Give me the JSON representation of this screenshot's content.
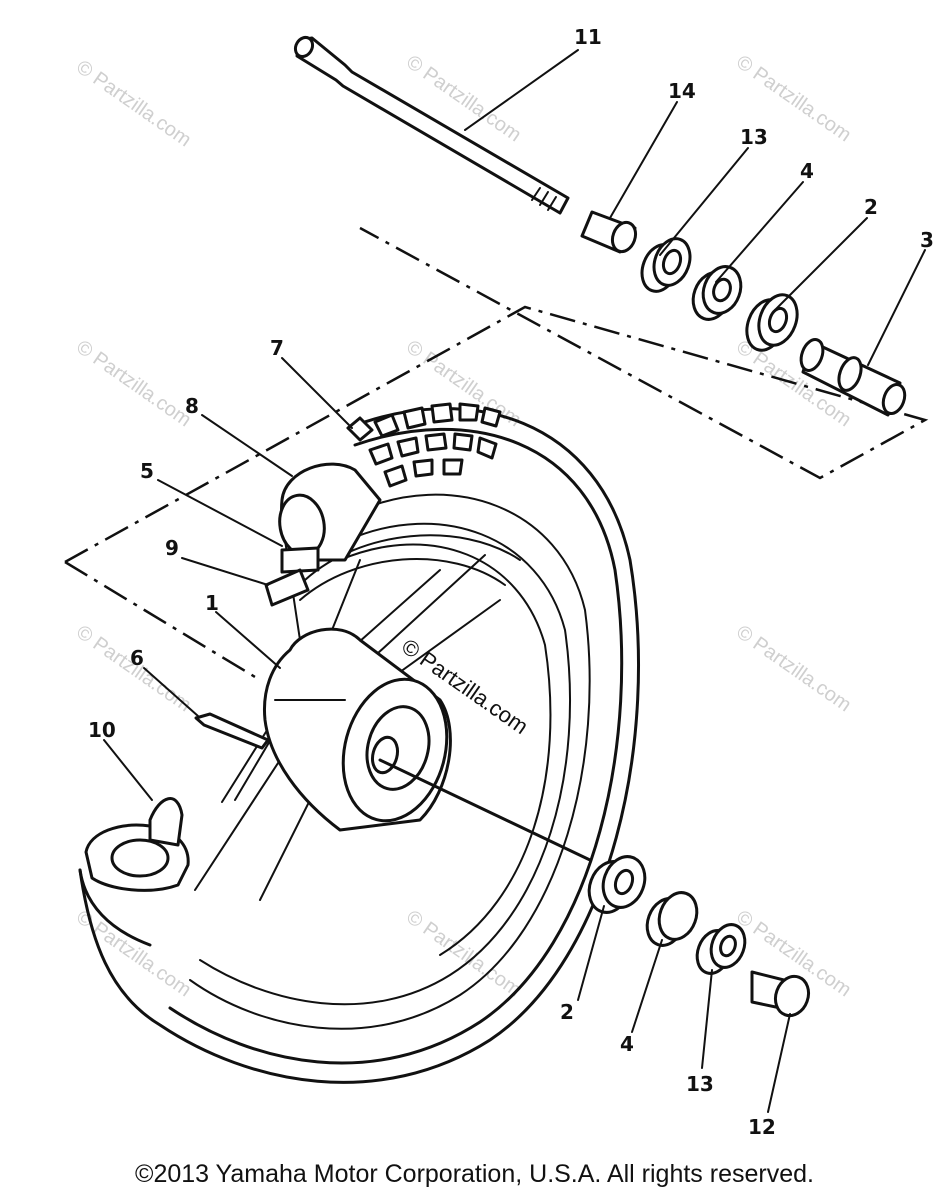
{
  "callouts": [
    {
      "id": "c11",
      "text": "11"
    },
    {
      "id": "c14",
      "text": "14"
    },
    {
      "id": "c13a",
      "text": "13"
    },
    {
      "id": "c4a",
      "text": "4"
    },
    {
      "id": "c2a",
      "text": "2"
    },
    {
      "id": "c3",
      "text": "3"
    },
    {
      "id": "c7",
      "text": "7"
    },
    {
      "id": "c8",
      "text": "8"
    },
    {
      "id": "c5",
      "text": "5"
    },
    {
      "id": "c9",
      "text": "9"
    },
    {
      "id": "c1",
      "text": "1"
    },
    {
      "id": "c6",
      "text": "6"
    },
    {
      "id": "c10",
      "text": "10"
    },
    {
      "id": "c2b",
      "text": "2"
    },
    {
      "id": "c4b",
      "text": "4"
    },
    {
      "id": "c13b",
      "text": "13"
    },
    {
      "id": "c12",
      "text": "12"
    }
  ],
  "watermark": "© Partzilla.com",
  "center_watermark": "© Partzilla.com",
  "copyright": "©2013  Yamaha Motor Corporation, U.S.A. All rights reserved."
}
